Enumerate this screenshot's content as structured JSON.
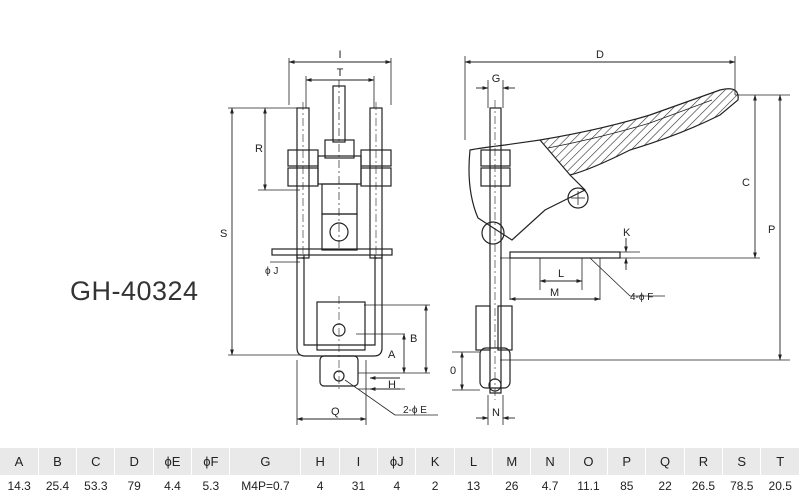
{
  "model": "GH-40324",
  "dimension_labels": {
    "I": "I",
    "T": "T",
    "R": "R",
    "S": "S",
    "phiJ": "ϕ J",
    "A": "A",
    "B": "B",
    "H": "H",
    "Q": "Q",
    "twoPhiE": "2-ϕ E",
    "D": "D",
    "G": "G",
    "C": "C",
    "P": "P",
    "K": "K",
    "L": "L",
    "M": "M",
    "fourPhiF": "4-ϕ F",
    "O": "0",
    "N": "N"
  },
  "spec_table": {
    "headers": [
      "A",
      "B",
      "C",
      "D",
      "ϕE",
      "ϕF",
      "G",
      "H",
      "I",
      "ϕJ",
      "K",
      "L",
      "M",
      "N",
      "O",
      "P",
      "Q",
      "R",
      "S",
      "T"
    ],
    "values": [
      "14.3",
      "25.4",
      "53.3",
      "79",
      "4.4",
      "5.3",
      "M4P=0.7",
      "4",
      "31",
      "4",
      "2",
      "13",
      "26",
      "4.7",
      "11.1",
      "85",
      "22",
      "26.5",
      "78.5",
      "20.5"
    ]
  }
}
